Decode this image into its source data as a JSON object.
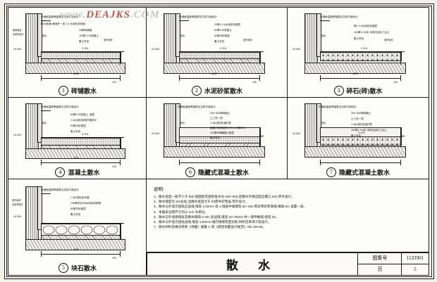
{
  "watermark": {
    "part1": "www.",
    "part2": "DEAJKS",
    "part3": ".COM"
  },
  "sheet": {
    "title": "散  水",
    "atlas_label": "图集号",
    "atlas_no": "11ZJ901",
    "page_label": "页",
    "page_no": "5"
  },
  "details": [
    {
      "num": "1",
      "name": "砖铺散水",
      "labels": [
        "外墙面温差等保数法见求平面设计",
        "散水宽度≥墙身外一层 1:3 水泥砂浆抹面",
        "25厚砖铺面",
        "150厚 C15混凝土",
        "素土夯实"
      ],
      "dims": [
        "±0.000",
        "100",
        "≥800",
        "3~5%"
      ]
    },
    {
      "num": "2",
      "name": "水泥砂浆散水",
      "labels": [
        "外墙面温差等保数法见求平面设计",
        "20厚1:2.5水泥砂浆面层",
        "60厚C15混凝土",
        "素土夯实",
        "60厚中砂垫层"
      ],
      "dims": [
        "±0.000",
        "100",
        "≥800",
        "3~5%"
      ]
    },
    {
      "num": "3",
      "name": "碎石(砖)散水",
      "labels": [
        "外墙面温差等保数法见求平面设计",
        "厚1:2.5水泥砂浆面层",
        "100厚1:3:6名, 砖砂石(砖)三合土",
        "素土夯实"
      ],
      "dims": [
        "±0.000",
        "100",
        "≥800",
        "3~5%"
      ]
    },
    {
      "num": "4",
      "name": "混凝土散水",
      "labels": [
        "外墙面温差等保数法见求平面设计",
        "60厚C15混凝土, 面层",
        "1:3水泥砂浆随打随抹平",
        "60厚中砂垫层",
        "素土夯实"
      ],
      "dims": [
        "±0.000",
        "100",
        "≥800",
        "3~5%"
      ]
    },
    {
      "num": "5",
      "name": "块石散水",
      "labels": [
        "外墙面温差等保数法见求平面设计",
        "1:3水泥砂浆勾缝",
        "150厚块石M5水泥砂浆砌筑",
        "60厚中砂垫层",
        "素土夯实"
      ],
      "dims": [
        "±0.000",
        "100",
        "≥800"
      ]
    },
    {
      "num": "6",
      "name": "隐藏式混凝土散水",
      "labels": [
        "外墙面温差等保数法见求平面设计",
        "300~500厚种植土",
        "土工布一层",
        "1:3水泥砂浆保护层",
        "聚酯纤维网格布Φ200 M6厚5/50",
        "100厚C10混凝土垫层",
        "素土夯实"
      ],
      "dims": [
        "±0.000",
        "3~5%"
      ]
    },
    {
      "num": "7",
      "name": "隐藏式混凝土散水",
      "labels": [
        "外墙面温差等保数法见求平面设计",
        "300~500厚种植土",
        "土工布一层",
        "1:3水泥砂浆保护层",
        "100厚1:3:6名, 砖砂石(砖)三合土",
        "素土夯实"
      ],
      "dims": [
        "±0.000",
        "3~5%"
      ]
    }
  ],
  "notes": {
    "title": "说明:",
    "lines": [
      "1、散水宽度一般不小于 800,屋面如无组织排水为 200~300,且散水外缘应超出檐口 200,另外设计。",
      "2、散水坡度为 3%左右,当散水宽度大于 60厚中砂垫层,另外设计。",
      "3、散水与外墙交接处应设缝,缝宽 1:50mm 处 ≥ 缝宽中填建筑 50~450 厚沥青砂浆填缝,每隔 6m 设置一道。",
      "4、本图未注明尺寸均以 mm 为单位。",
      "5、散水与外墙接缝处及散水每隔 6~8m 处设缝,缝宽 20~30mm 并一道伸缩缝,缝宽 20。",
      "6、散水与外墙交接处设缝,缝宽 1:50mm,缝内填建筑密封胶,材料见单项工程设计。",
      "7、散水材料及做法参照《地面》图集 C 或《建筑地面设计规范》GB J25-90。"
    ]
  }
}
